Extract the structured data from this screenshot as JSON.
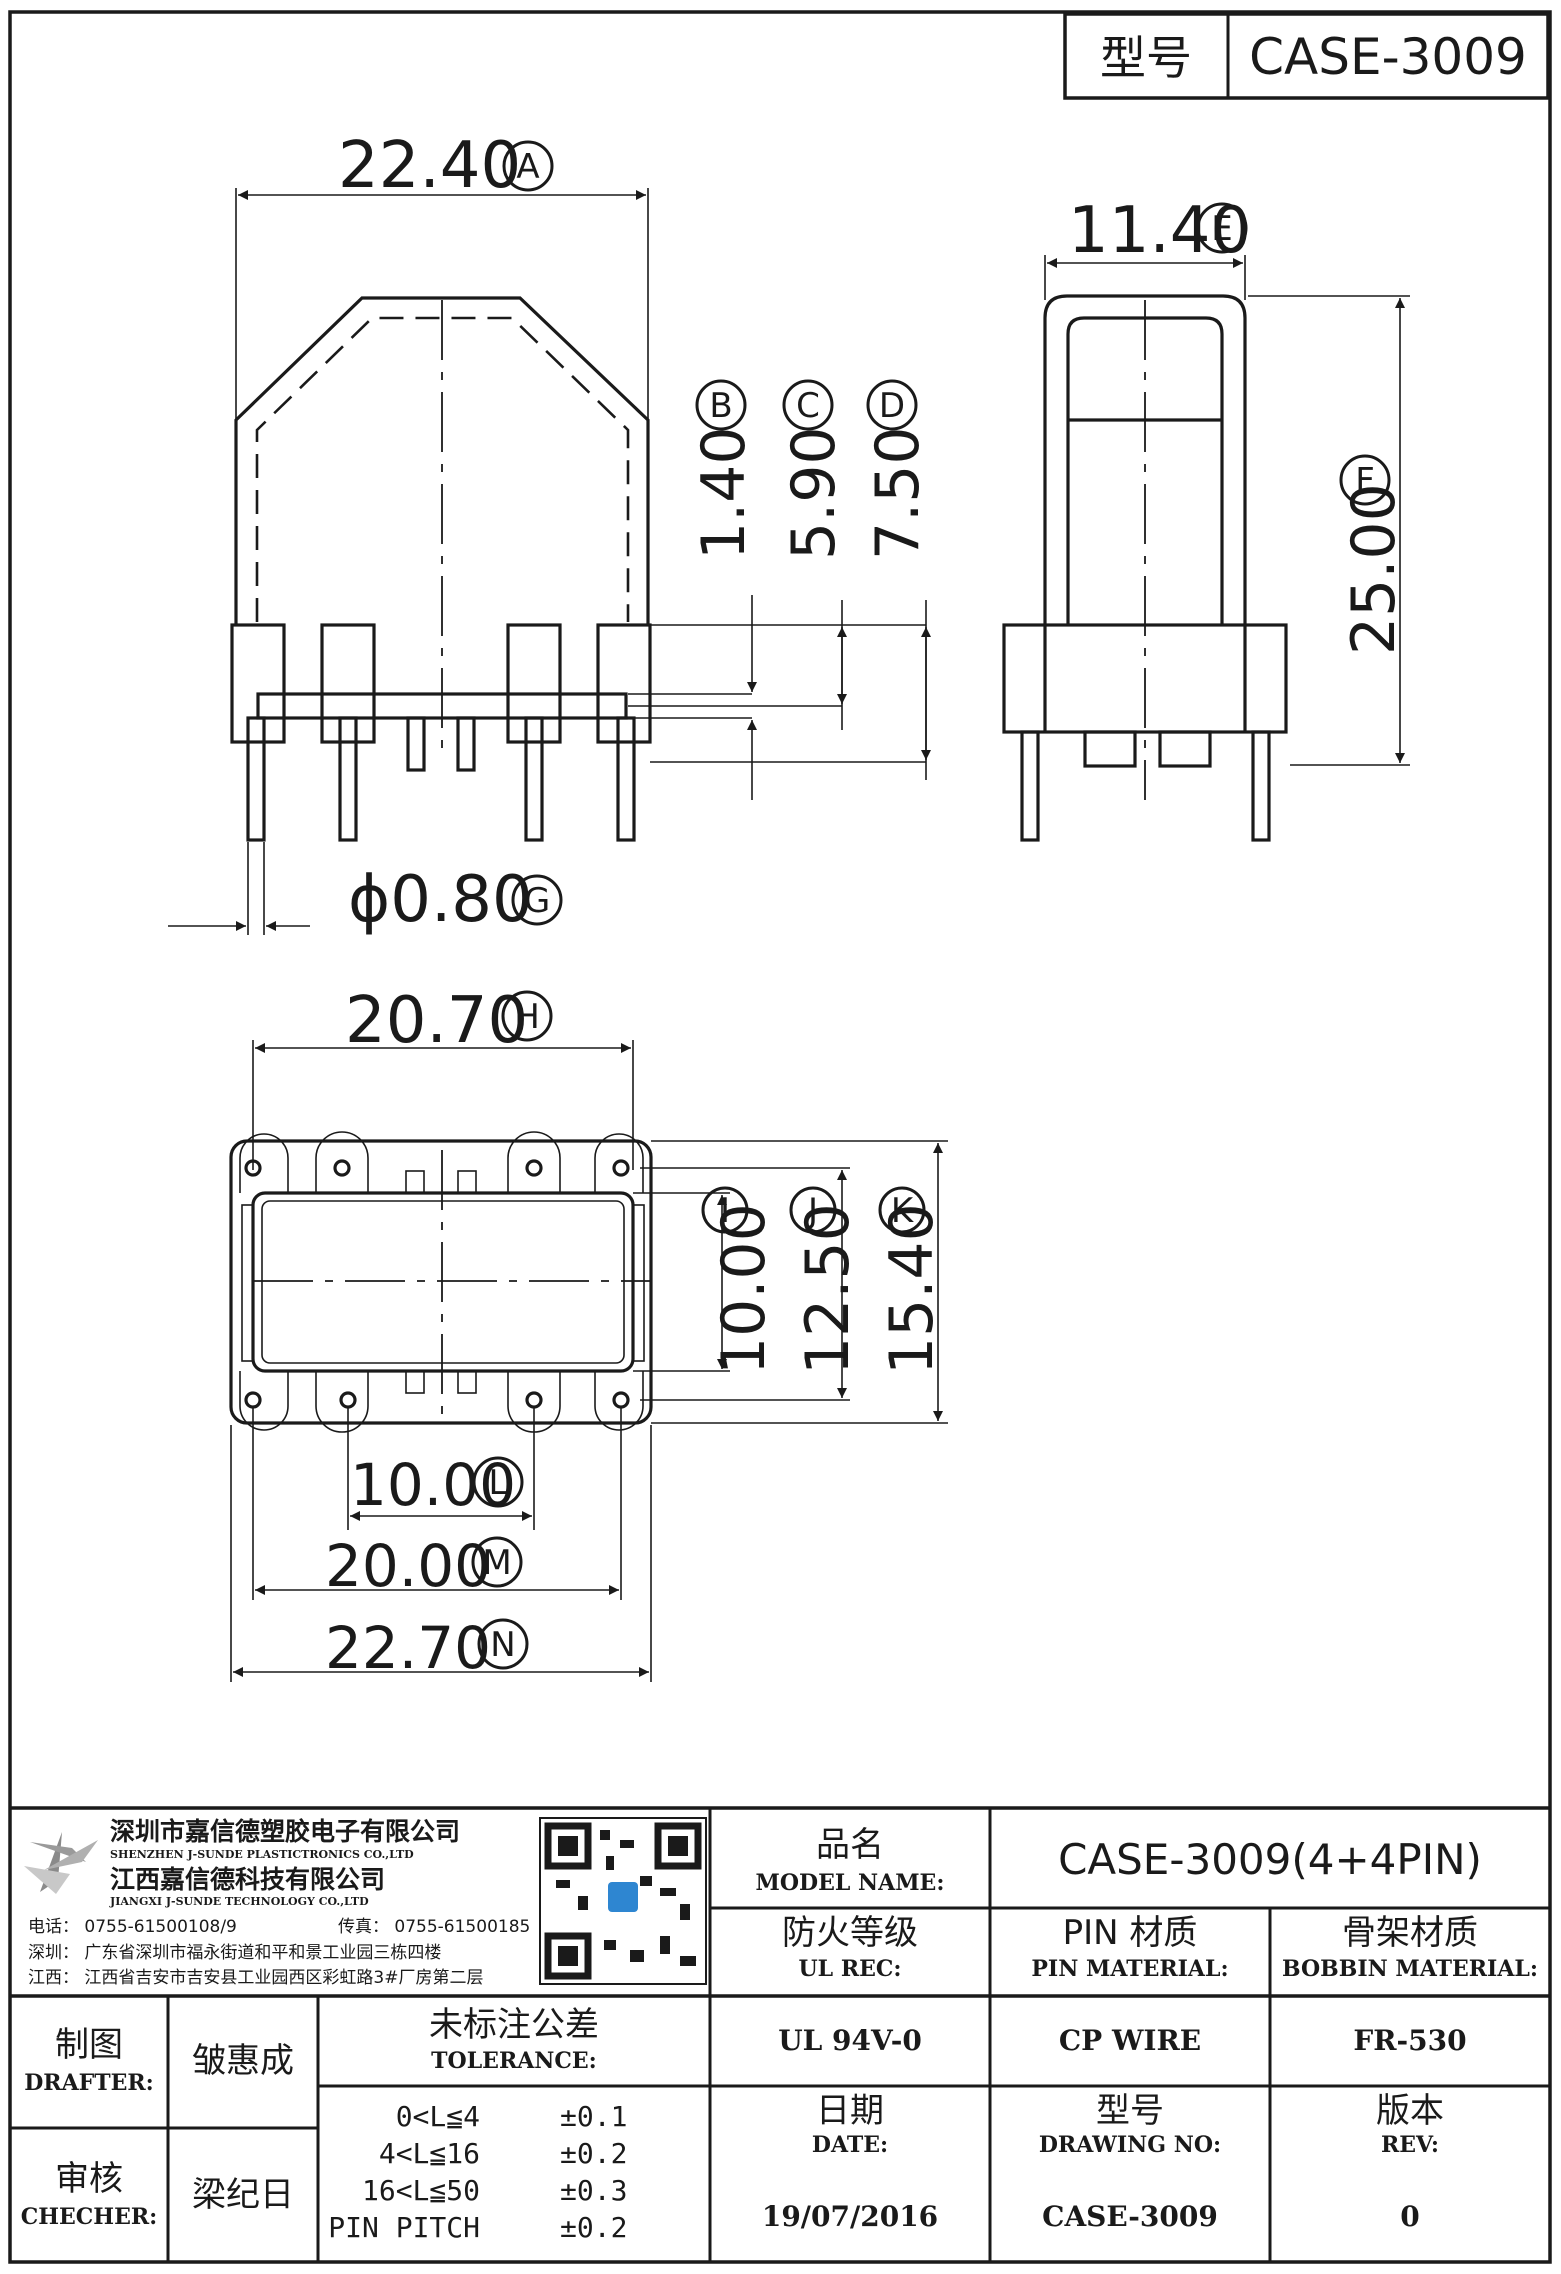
{
  "header": {
    "model_label": "型号",
    "model_value": "CASE-3009"
  },
  "dimensions": [
    {
      "id": "A",
      "value": "22.40"
    },
    {
      "id": "B",
      "value": "1.40"
    },
    {
      "id": "C",
      "value": "5.90"
    },
    {
      "id": "D",
      "value": "7.50"
    },
    {
      "id": "E",
      "value": "11.40"
    },
    {
      "id": "F",
      "value": "25.00"
    },
    {
      "id": "G",
      "value": "ϕ0.80"
    },
    {
      "id": "H",
      "value": "20.70"
    },
    {
      "id": "I",
      "value": "10.00"
    },
    {
      "id": "J",
      "value": "12.50"
    },
    {
      "id": "K",
      "value": "15.40"
    },
    {
      "id": "L",
      "value": "10.00"
    },
    {
      "id": "M",
      "value": "20.00"
    },
    {
      "id": "N",
      "value": "22.70"
    }
  ],
  "company": {
    "name_cn_1": "深圳市嘉信德塑胶电子有限公司",
    "name_en_1": "SHENZHEN J-SUNDE PLASTICTRONICS CO.,LTD",
    "name_cn_2": "江西嘉信德科技有限公司",
    "name_en_2": "JIANGXI J-SUNDE TECHNOLOGY CO.,LTD",
    "phone": "电话：  0755-61500108/9",
    "fax": "传真：  0755-61500185",
    "addr_sz": "深圳：  广东省深圳市福永街道和平和景工业园三栋四楼",
    "addr_jx": "江西：  江西省吉安市吉安县工业园西区彩虹路3#厂房第二层"
  },
  "title_block": {
    "model_name_cn": "品名",
    "model_name_en": "MODEL NAME:",
    "model_name_value": "CASE-3009(4+4PIN)",
    "ul_cn": "防火等级",
    "ul_en": "UL REC:",
    "ul_value": "UL 94V-0",
    "pin_cn": "PIN 材质",
    "pin_en": "PIN MATERIAL:",
    "pin_value": "CP WIRE",
    "bobbin_cn": "骨架材质",
    "bobbin_en": "BOBBIN MATERIAL:",
    "bobbin_value": "FR-530",
    "drafter_cn": "制图",
    "drafter_en": "DRAFTER:",
    "drafter_name": "皱惠成",
    "checker_cn": "审核",
    "checker_en": "CHECHER:",
    "checker_name": "梁纪日",
    "tolerance_cn": "未标注公差",
    "tolerance_en": "TOLERANCE:",
    "tolerances": [
      {
        "range": "0<L≦4",
        "value": "±0.1"
      },
      {
        "range": "4<L≦16",
        "value": "±0.2"
      },
      {
        "range": "16<L≦50",
        "value": "±0.3"
      },
      {
        "range": "PIN PITCH",
        "value": "±0.2"
      }
    ],
    "date_cn": "日期",
    "date_en": "DATE:",
    "date_value": "19/07/2016",
    "drawing_cn": "型号",
    "drawing_en": "DRAWING NO:",
    "drawing_value": "CASE-3009",
    "rev_cn": "版本",
    "rev_en": "REV:",
    "rev_value": "0"
  }
}
